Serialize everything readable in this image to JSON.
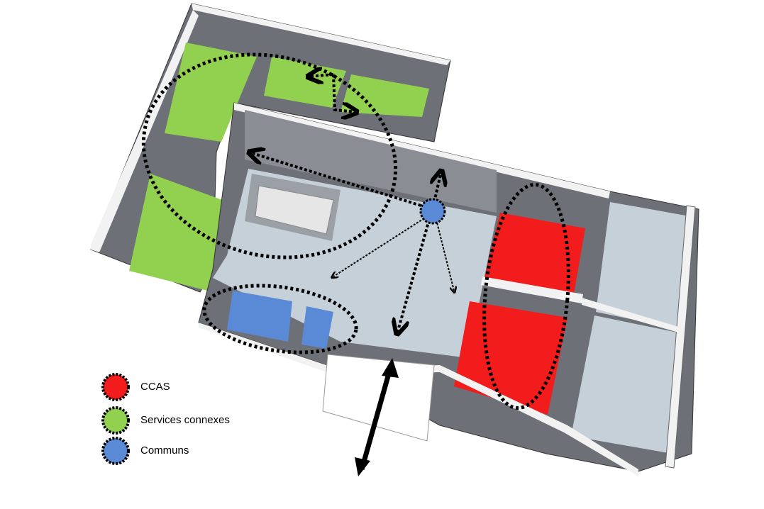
{
  "legend": {
    "items": [
      {
        "label": "CCAS",
        "color": "#f21c1c"
      },
      {
        "label": "Services connexes",
        "color": "#92d050"
      },
      {
        "label": "Communs",
        "color": "#5a8ad6"
      }
    ]
  },
  "colors": {
    "wall_top": "#f2f2f2",
    "wall_side": "#7f8287",
    "wall_dark": "#5d6066",
    "floor": "#c5d0d8",
    "ccas": "#f21c1c",
    "services": "#92d050",
    "communs": "#5a8ad6"
  }
}
